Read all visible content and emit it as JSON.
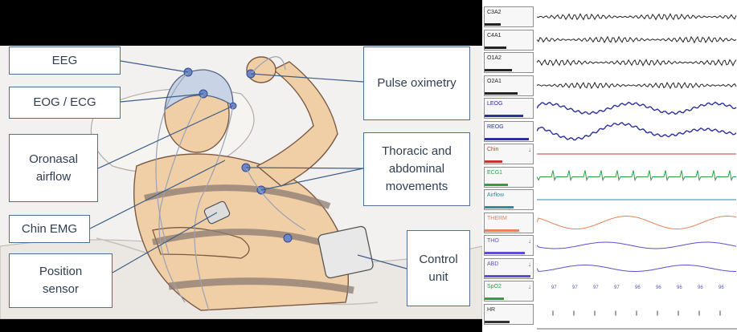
{
  "labels": {
    "eeg": "EEG",
    "eog_ecg": "EOG / ECG",
    "oronasal_line1": "Oronasal",
    "oronasal_line2": "airflow",
    "chin_emg": "Chin EMG",
    "position_line1": "Position",
    "position_line2": "sensor",
    "pulse": "Pulse oximetry",
    "thoracic_line1": "Thoracic and",
    "thoracic_line2": "abdominal",
    "thoracic_line3": "movements",
    "control_line1": "Control",
    "control_line2": "unit"
  },
  "channels": [
    {
      "name": "C3A2",
      "color": "#222222"
    },
    {
      "name": "C4A1",
      "color": "#222222"
    },
    {
      "name": "O1A2",
      "color": "#222222"
    },
    {
      "name": "O2A1",
      "color": "#222222"
    },
    {
      "name": "LEOG",
      "color": "#2a2fa0"
    },
    {
      "name": "REOG",
      "color": "#2a2fa0"
    },
    {
      "name": "Chin",
      "color": "#c0392b"
    },
    {
      "name": "ECG1",
      "color": "#2e9e46"
    },
    {
      "name": "Airflow",
      "color": "#2e8ea0"
    },
    {
      "name": "THERM",
      "color": "#e0845a"
    },
    {
      "name": "THO",
      "color": "#5b4fcf"
    },
    {
      "name": "ABD",
      "color": "#5b4fcf"
    },
    {
      "name": "SpO2",
      "color": "#2e9e46"
    },
    {
      "name": "HR",
      "color": "#333333"
    }
  ],
  "spo2_values": [
    "97",
    "97",
    "97",
    "97",
    "96",
    "96",
    "96",
    "96",
    "96"
  ],
  "colors": {
    "box_border": "#4f6f95",
    "cable": "#9aa2b4",
    "accent": "#3d5f8a"
  }
}
